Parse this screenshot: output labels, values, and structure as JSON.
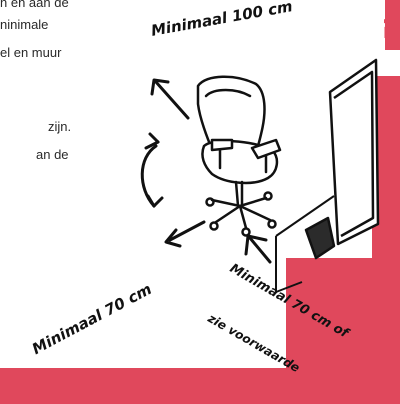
{
  "colors": {
    "accent": "#e0485c",
    "ink": "#111111",
    "text": "#2a2a2a",
    "monitor_stand": "#2b2b2b",
    "page": "#ffffff"
  },
  "intro_text": {
    "line1": "n en aan de",
    "line2": "ninimale",
    "line3": "el en muur",
    "line4": "zijn.",
    "line5": "an de"
  },
  "annotations": {
    "top": "Minimaal 100 cm",
    "left": "Minimaal 70 cm",
    "right_line1": "Minimaal 70 cm of",
    "right_line2": "zie voorwaarde"
  },
  "corner_label": "Fi",
  "icons": [
    "office-chair-icon",
    "monitor-icon",
    "arrow-icon"
  ]
}
